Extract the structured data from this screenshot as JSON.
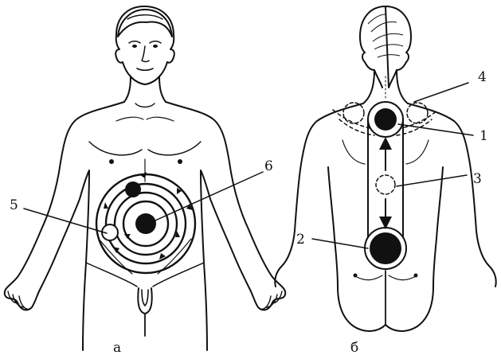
{
  "colors": {
    "ink": "#111111",
    "paper": "#ffffff"
  },
  "figure_a": {
    "caption": "а",
    "labels": {
      "five": "5",
      "six": "6"
    }
  },
  "figure_b": {
    "caption": "б",
    "labels": {
      "one": "1",
      "two": "2",
      "three": "3",
      "four": "4"
    }
  }
}
